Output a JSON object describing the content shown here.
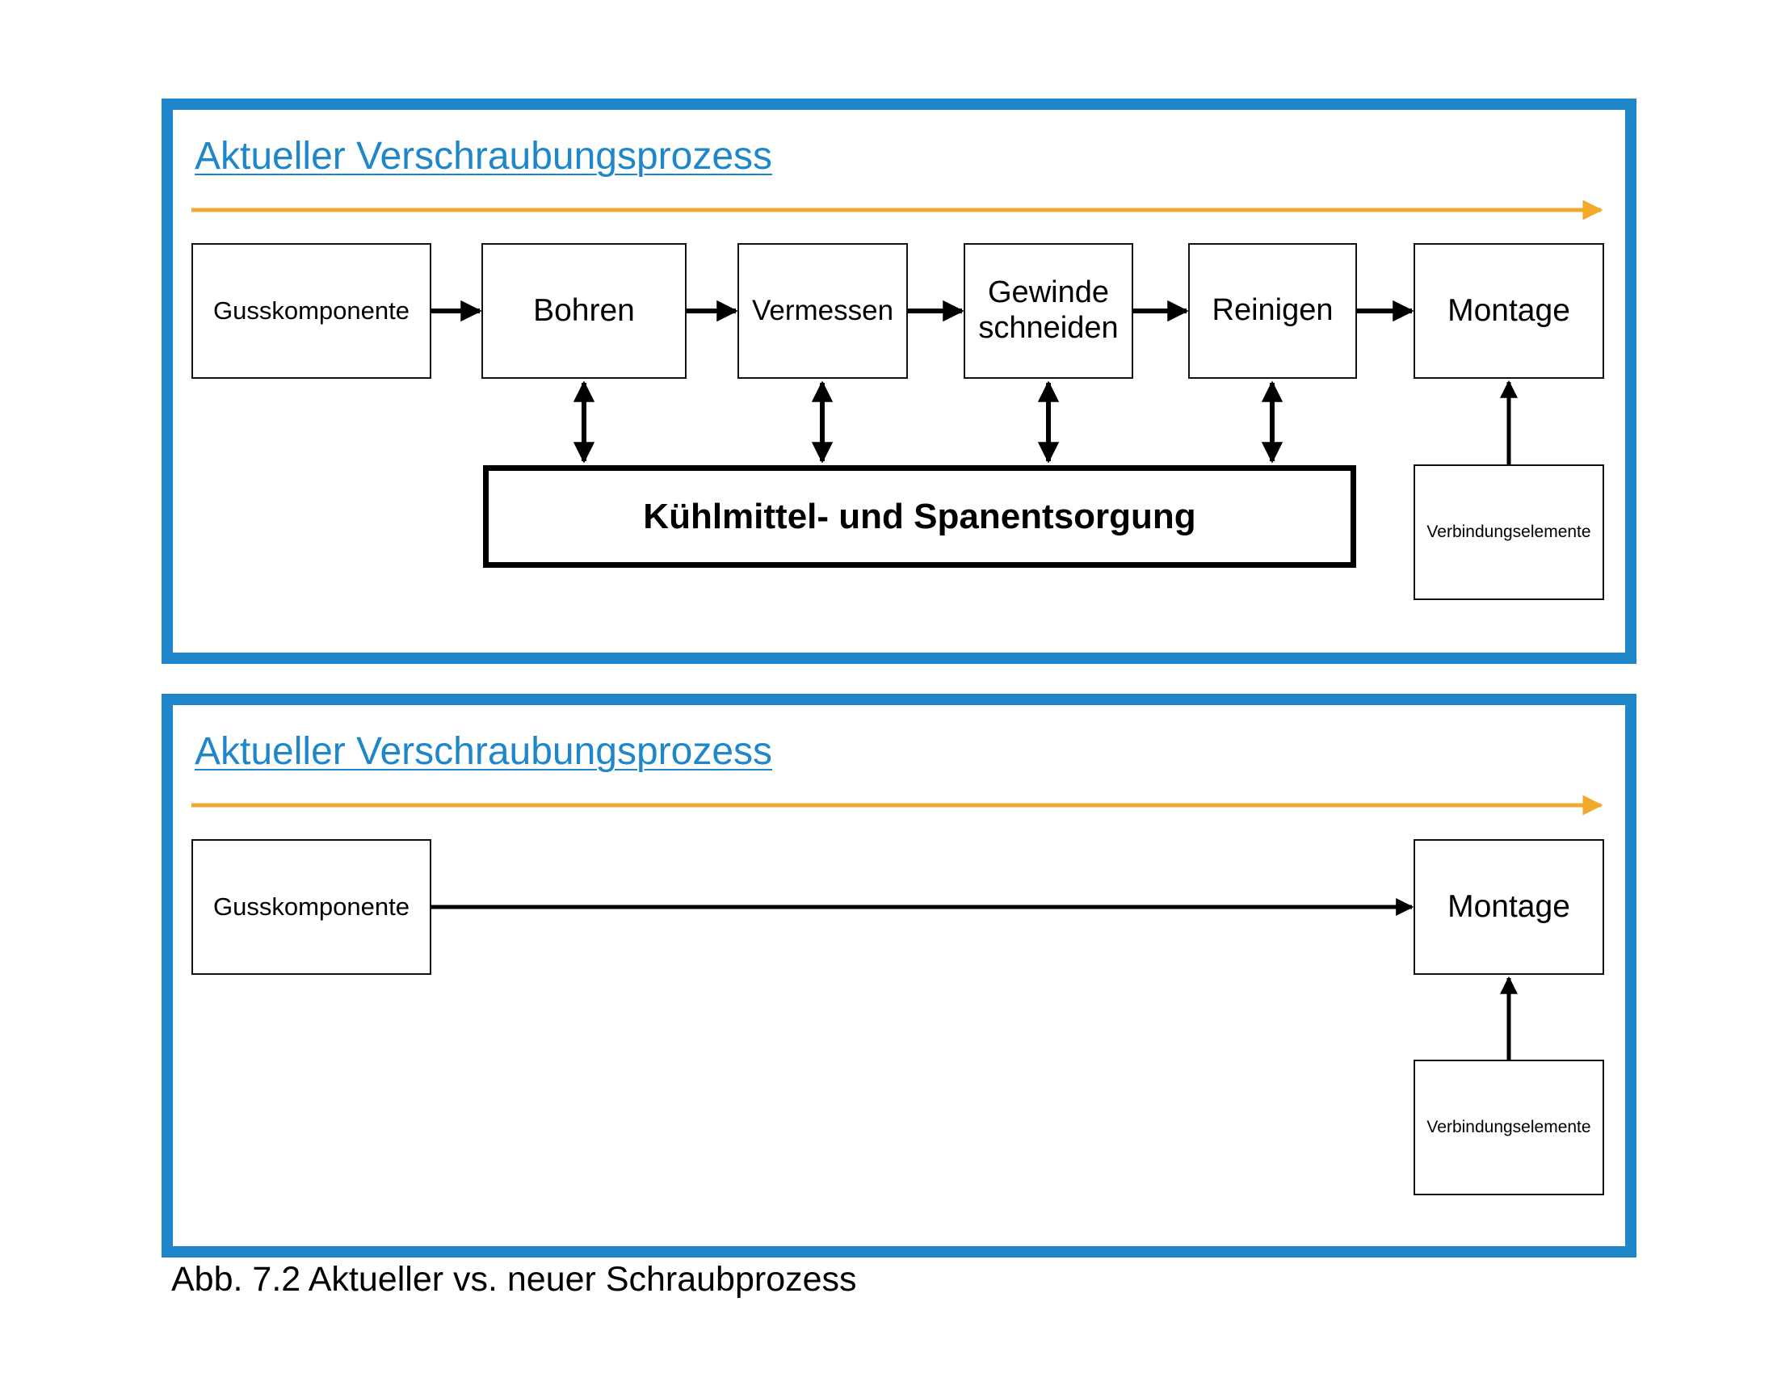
{
  "colors": {
    "panel_border": "#1f87c9",
    "timeline_arrow": "#f0a92b",
    "title": "#1f87c9"
  },
  "panels": [
    {
      "title": "Aktueller Verschraubungsprozess",
      "steps": [
        "Gusskomponente",
        "Bohren",
        "Vermessen",
        "Gewinde schneiden",
        "Reinigen",
        "Montage"
      ],
      "coolant": "Kühlmittel- und Spanentsorgung",
      "fasteners": "Verbindungselemente"
    },
    {
      "title": "Aktueller Verschraubungsprozess",
      "steps": [
        "Gusskomponente",
        "Montage"
      ],
      "fasteners": "Verbindungselemente"
    }
  ],
  "caption": "Abb. 7.2 Aktueller vs. neuer Schraubprozess"
}
